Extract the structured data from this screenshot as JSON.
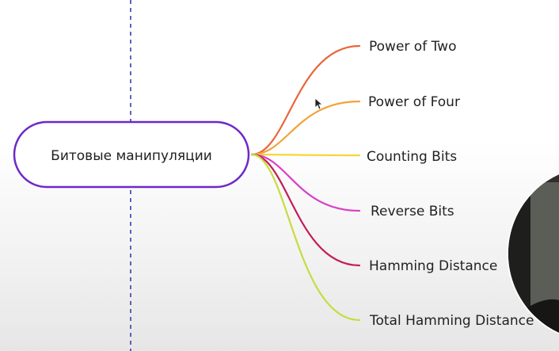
{
  "root": {
    "label": "Битовые манипуляции",
    "border_color": "#6d28c9"
  },
  "divider_color": "#3b3bb0",
  "branches": [
    {
      "label": "Power of Two",
      "color": "#e8663c"
    },
    {
      "label": "Power of Four",
      "color": "#f2a338"
    },
    {
      "label": "Counting Bits",
      "color": "#f4d73a"
    },
    {
      "label": "Reverse Bits",
      "color": "#d93fc8"
    },
    {
      "label": "Hamming Distance",
      "color": "#c21e5a"
    },
    {
      "label": "Total Hamming Distance",
      "color": "#c7dc3f"
    }
  ],
  "webcam_overlay": {
    "present": true
  }
}
